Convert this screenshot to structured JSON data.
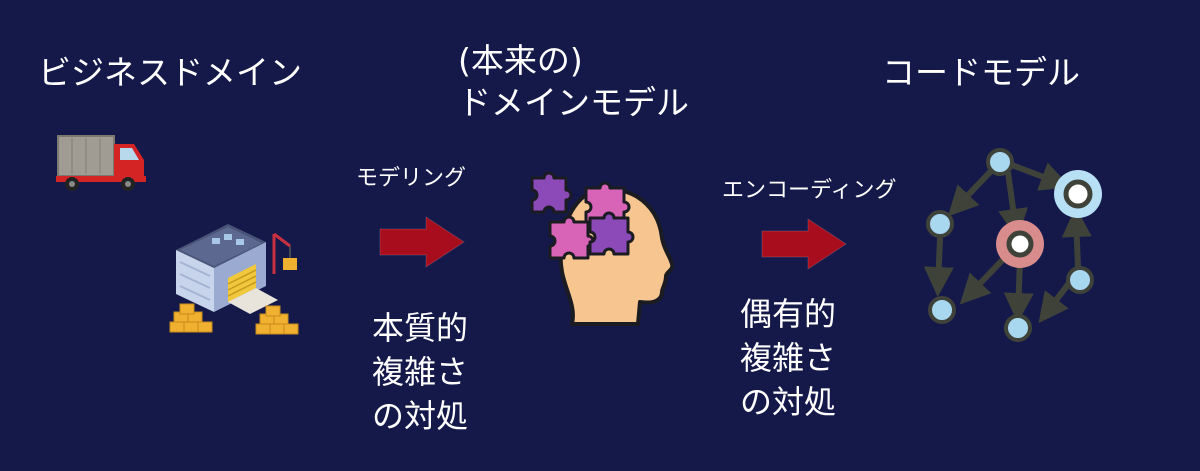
{
  "business": {
    "heading": "ビジネスドメイン"
  },
  "domain_model": {
    "heading_line1": "(本来の)",
    "heading_line2": "ドメインモデル"
  },
  "code_model": {
    "heading": "コードモデル"
  },
  "modeling": {
    "label": "モデリング",
    "note": [
      "本質的",
      "複雑さ",
      "の対処"
    ]
  },
  "encoding": {
    "label": "エンコーディング",
    "note": [
      "偶有的",
      "複雑さ",
      "の対処"
    ]
  },
  "icons": {
    "truck": "truck-icon",
    "warehouse": "warehouse-icon",
    "head": "head-puzzle-icon",
    "graph": "graph-network-icon"
  },
  "colors": {
    "background": "#15194a",
    "arrow": "#a80d1e",
    "puzzle_purple": "#8b4ab8",
    "puzzle_pink": "#d864b8",
    "head": "#f7c58f",
    "node": "#a8d8f0",
    "node_ring_red": "#d98c8c",
    "edge": "#3f4238"
  }
}
